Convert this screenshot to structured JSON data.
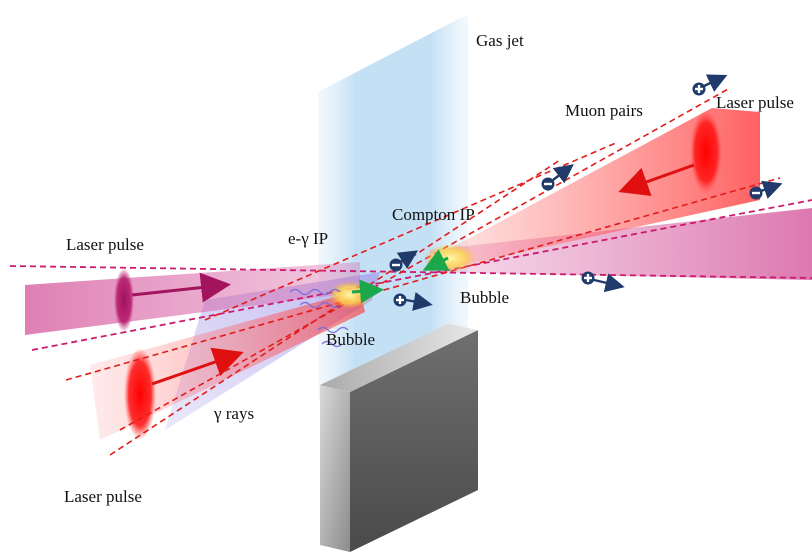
{
  "labels": {
    "gas_jet": "Gas jet",
    "muon_pairs": "Muon pairs",
    "laser_pulse_top_right": "Laser pulse",
    "compton_ip": "Compton IP",
    "laser_pulse_left": "Laser pulse",
    "e_gamma_ip": "e-γ IP",
    "bubble_right": "Bubble",
    "bubble_left": "Bubble",
    "gamma_rays": "γ rays",
    "laser_pulse_bottom_left": "Laser pulse"
  },
  "colors": {
    "gas_jet": "#bcdcf3",
    "pink_laser": "#d65aa0",
    "red_laser": "#ff1a1a",
    "dashed_magenta": "#cc1a6e",
    "dashed_red": "#e31b1b",
    "muon_icon": "#1f3a6b",
    "target_block": "#8a8a8a"
  },
  "icons": {
    "muon_plus": "plus-circle-arrow",
    "muon_minus": "minus-circle-arrow"
  }
}
